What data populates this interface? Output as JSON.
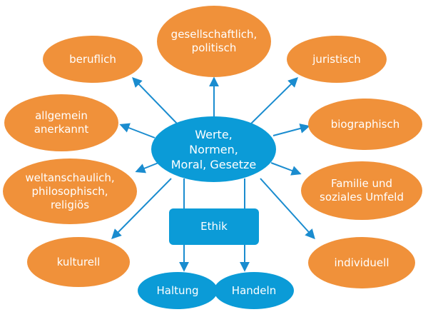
{
  "colors": {
    "orange": "#f0913a",
    "blue": "#0b9bd7",
    "arrow": "#1a8ccf"
  },
  "center": {
    "label": "Werte,\nNormen,\nMoral, Gesetze"
  },
  "ethik": {
    "label": "Ethik"
  },
  "outcomes": [
    {
      "label": "Haltung"
    },
    {
      "label": "Handeln"
    }
  ],
  "areas": [
    {
      "label": "gesellschaftlich,\npolitisch"
    },
    {
      "label": "beruflich"
    },
    {
      "label": "juristisch"
    },
    {
      "label": "allgemein\nanerkannt"
    },
    {
      "label": "biographisch"
    },
    {
      "label": "weltanschaulich,\nphilosophisch,\nreligiös"
    },
    {
      "label": "Familie und\nsoziales Umfeld"
    },
    {
      "label": "kulturell"
    },
    {
      "label": "individuell"
    }
  ]
}
